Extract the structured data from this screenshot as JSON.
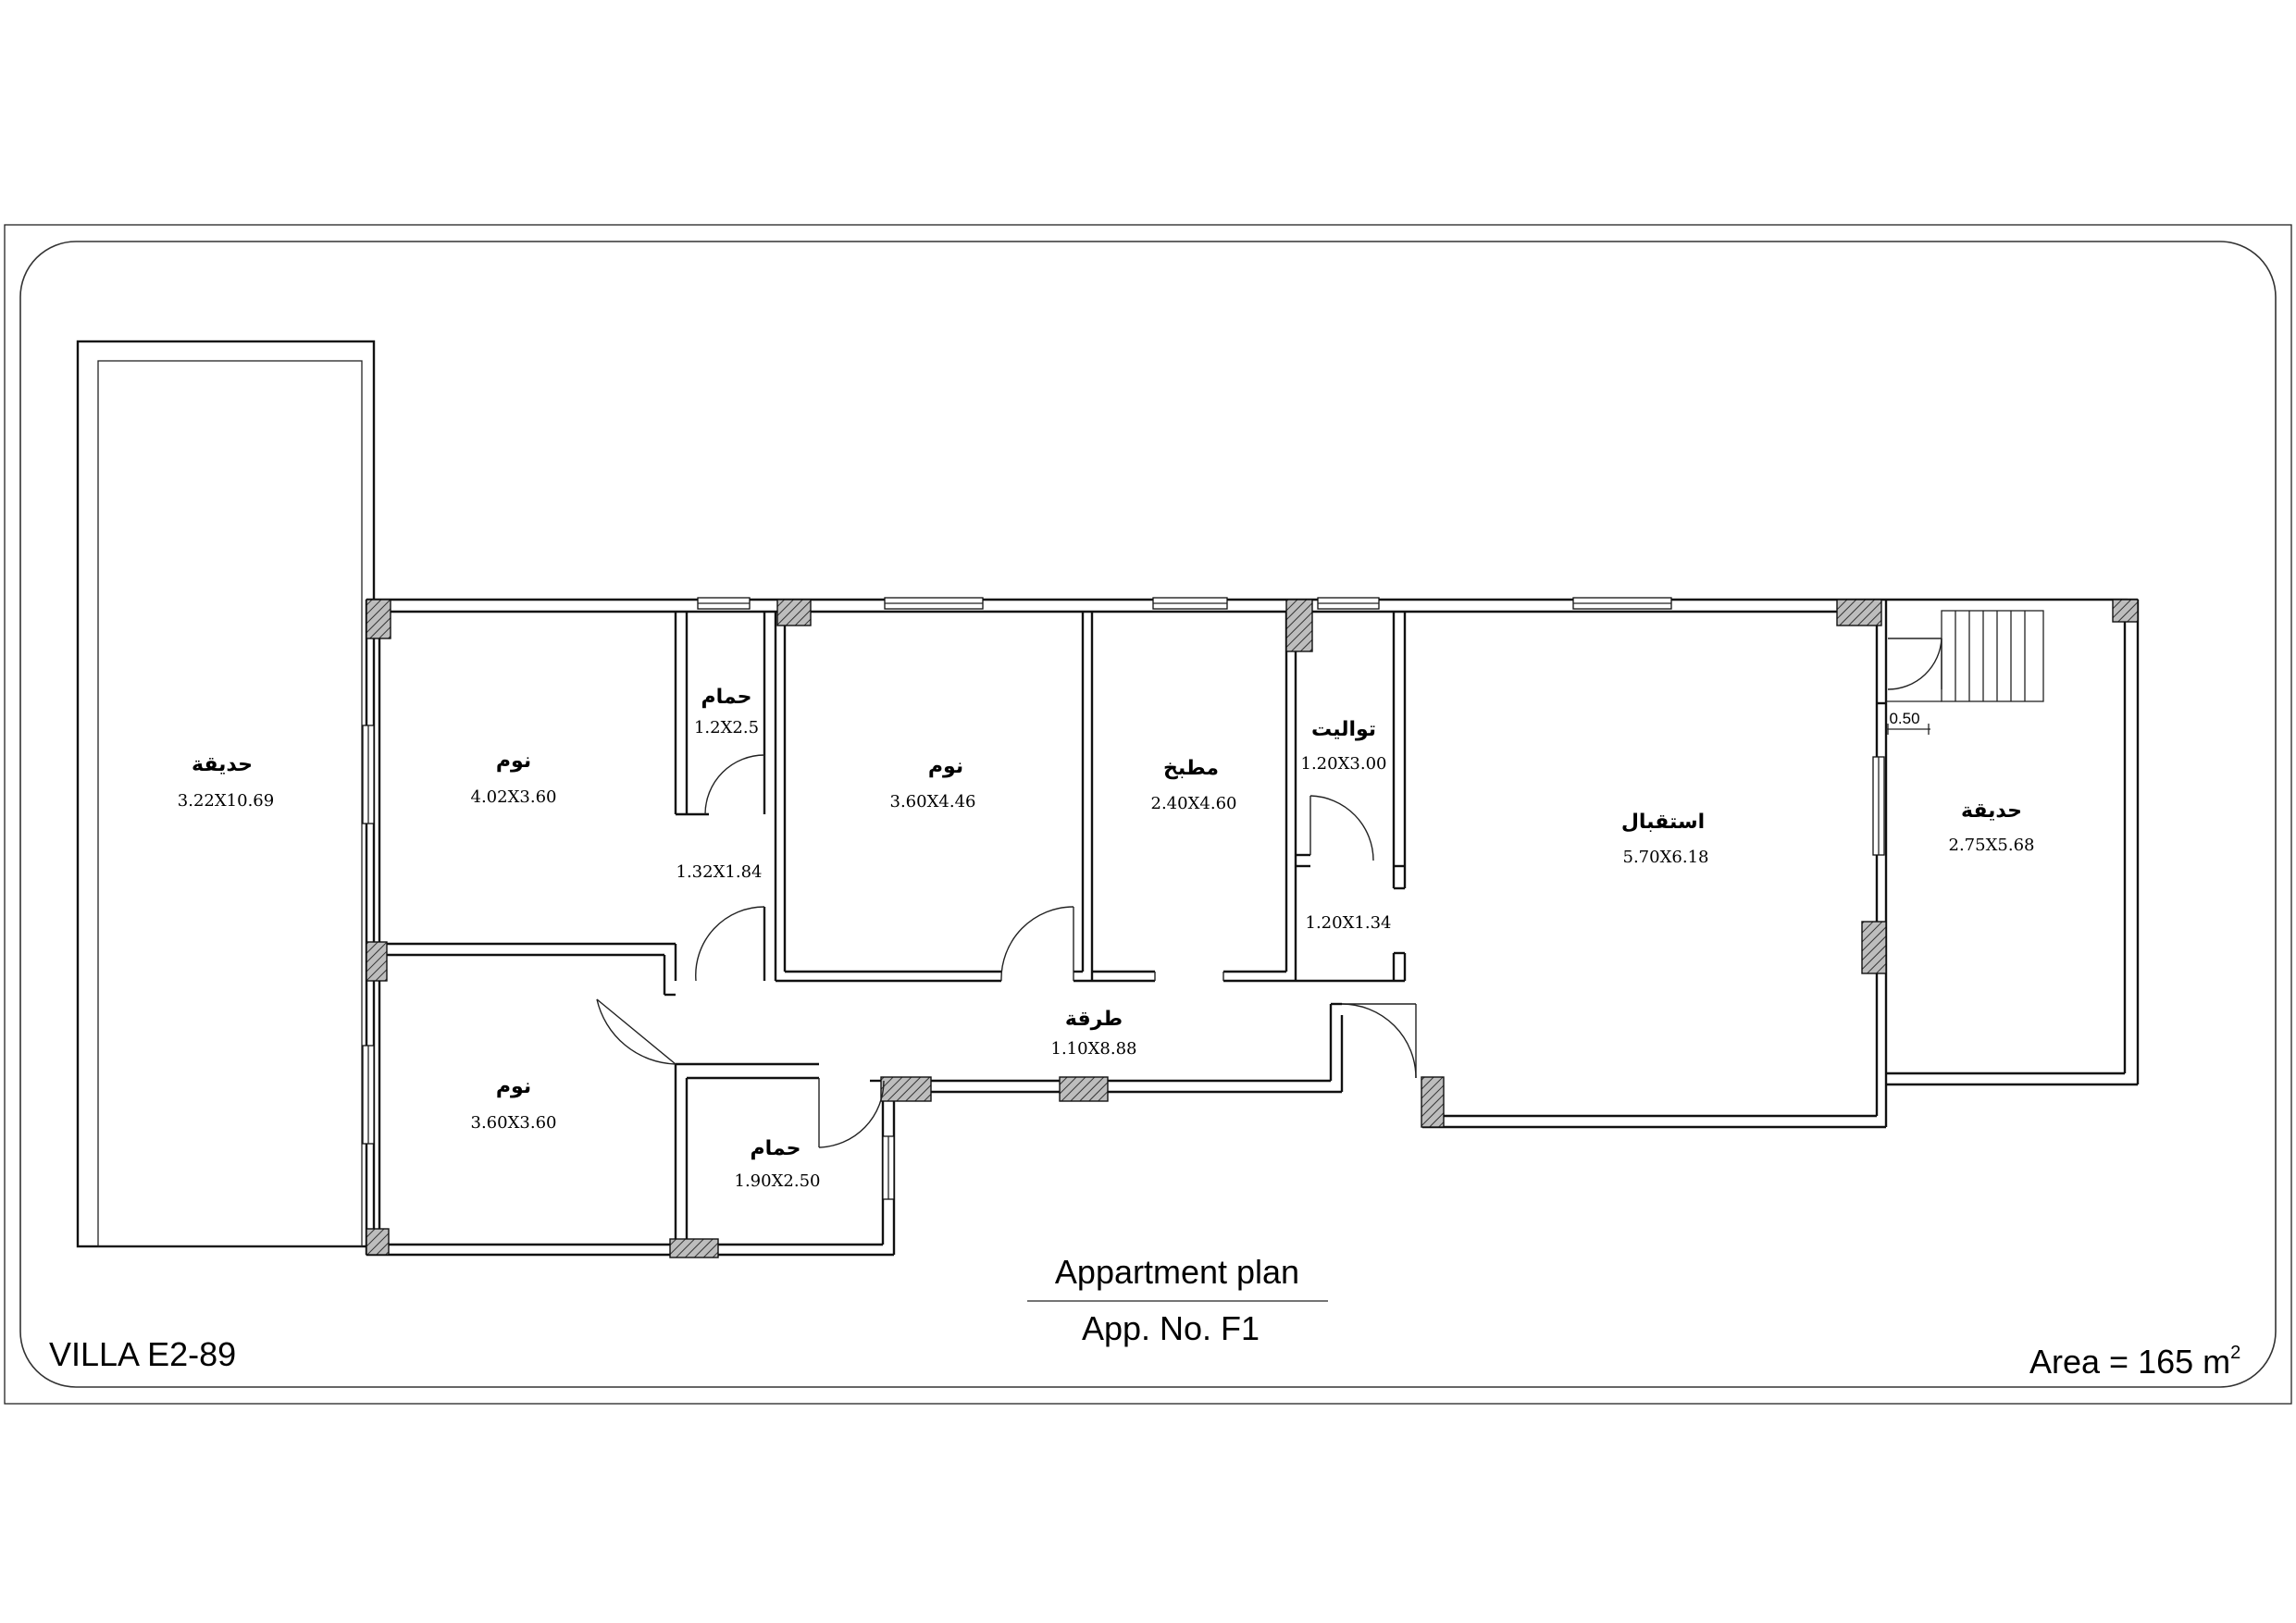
{
  "rooms": [
    {
      "id": "garden-left",
      "name": "حديقة",
      "dims": "3.22X10.69"
    },
    {
      "id": "bedroom-1",
      "name": "نوم",
      "dims": "4.02X3.60"
    },
    {
      "id": "bathroom-1",
      "name": "حمام",
      "dims": "1.2X2.5"
    },
    {
      "id": "lobby",
      "name": "",
      "dims": "1.32X1.84"
    },
    {
      "id": "bedroom-2",
      "name": "نوم",
      "dims": "3.60X4.46"
    },
    {
      "id": "kitchen",
      "name": "مطبخ",
      "dims": "2.40X4.60"
    },
    {
      "id": "toilet",
      "name": "تواليت",
      "dims": "1.20X3.00"
    },
    {
      "id": "toilet-entry",
      "name": "",
      "dims": "1.20X1.34"
    },
    {
      "id": "reception",
      "name": "استقبال",
      "dims": "5.70X6.18"
    },
    {
      "id": "garden-right",
      "name": "حديقة",
      "dims": "2.75X5.68"
    },
    {
      "id": "corridor",
      "name": "طرقة",
      "dims": "1.10X8.88"
    },
    {
      "id": "bedroom-3",
      "name": "نوم",
      "dims": "3.60X3.60"
    },
    {
      "id": "bathroom-2",
      "name": "حمام",
      "dims": "1.90X2.50"
    }
  ],
  "stair_dim": "0.50",
  "title": "Appartment plan",
  "subtitle": "App. No. F1",
  "villa": "VILLA E2-89",
  "area": {
    "label": "Area = 165 m",
    "unit_sup": "2"
  }
}
